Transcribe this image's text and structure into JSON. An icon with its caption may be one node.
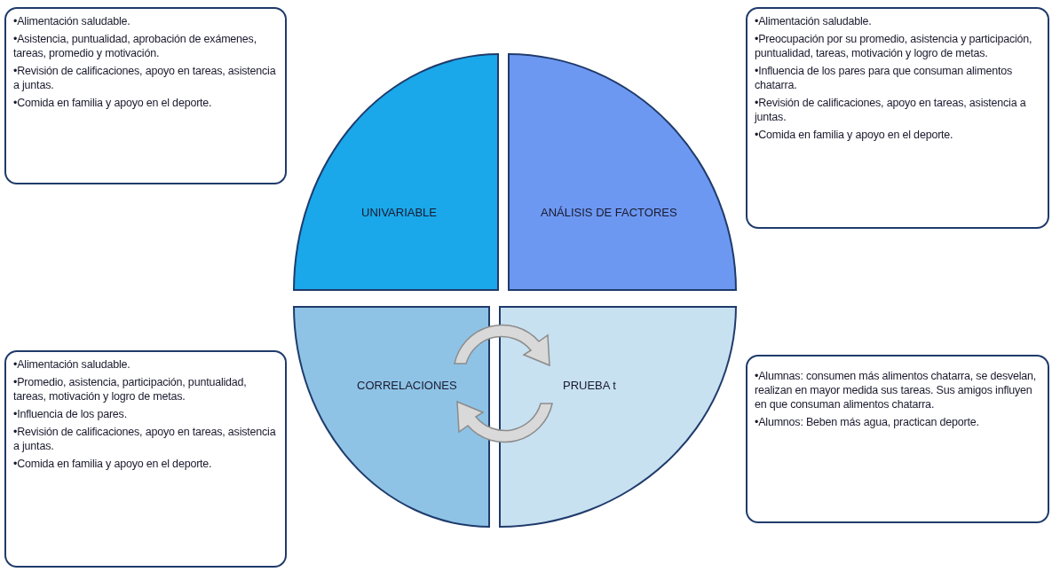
{
  "diagram": {
    "nodes": [
      {
        "text": [
          "UNIVARIABLE"
        ]
      },
      {
        "text": [
          "•Alimentación saludable.",
          "•Asistencia, puntualidad, aprobación de exámenes, tareas, promedio y motivación.",
          "•Revisión de calificaciones, apoyo en tareas, asistencia a juntas.",
          "•Comida en familia y apoyo en el deporte."
        ]
      },
      {
        "text": [
          "ANÁLISIS DE FACTORES"
        ]
      },
      {
        "text": [
          "•Alimentación saludable.",
          "•Preocupación por su promedio, asistencia y participación, puntualidad, tareas, motivación y logro de metas.",
          "•Influencia de los pares para que consuman alimentos chatarra.",
          "•Revisión de calificaciones, apoyo en tareas, asistencia a juntas.",
          "•Comida en familia y apoyo en el deporte."
        ]
      },
      {
        "text": [
          "CORRELACIONES"
        ]
      },
      {
        "text": [
          "•Alimentación saludable.",
          "•Promedio, asistencia, participación, puntualidad, tareas, motivación y logro de metas.",
          "•Influencia de los pares.",
          "•Revisión de calificaciones, apoyo en tareas, asistencia a juntas.",
          "•Comida en familia y apoyo en el deporte."
        ]
      },
      {
        "text": [
          "PRUEBA t"
        ]
      },
      {
        "text": [
          "•Alumnas: consumen más alimentos chatarra, se desvelan, realizan en mayor medida sus tareas. Sus amigos influyen en que consuman alimentos chatarra.",
          "•Alumnos: Beben más agua, practican deporte."
        ]
      }
    ]
  }
}
